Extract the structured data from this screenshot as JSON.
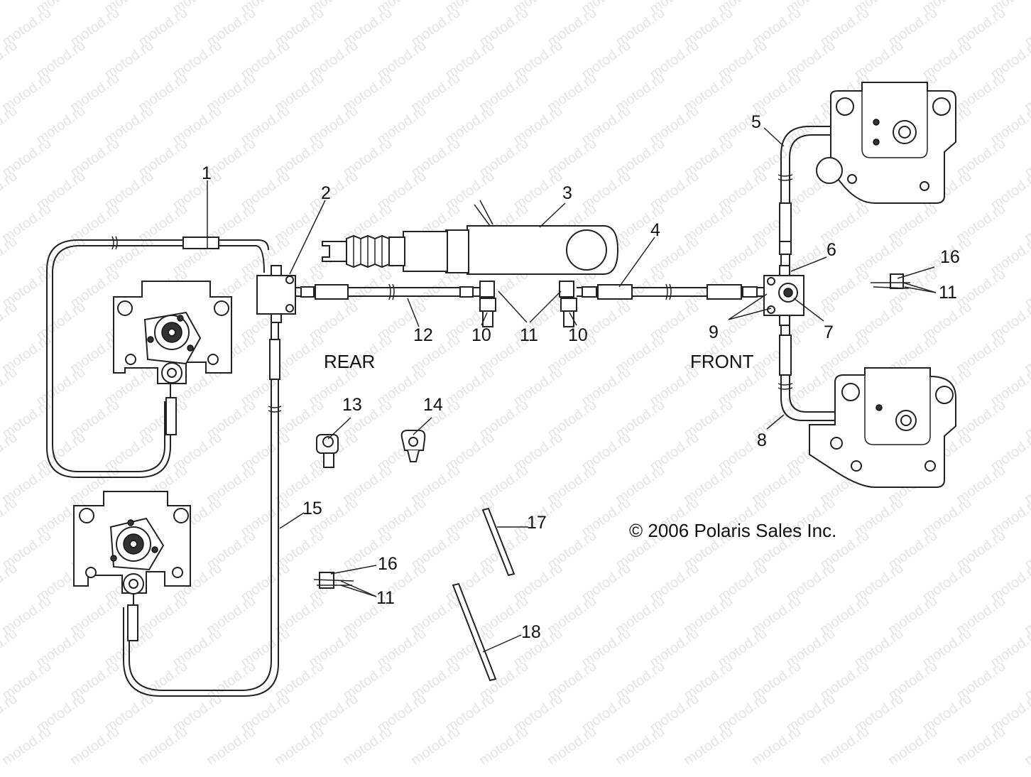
{
  "watermark": "motod.ru",
  "sections": {
    "rear": "REAR",
    "front": "FRONT"
  },
  "copyright": "© 2006 Polaris Sales Inc.",
  "callouts": [
    "1",
    "2",
    "3",
    "4",
    "5",
    "6",
    "7",
    "8",
    "9",
    "10",
    "10",
    "11",
    "11",
    "11",
    "12",
    "13",
    "14",
    "15",
    "16",
    "16",
    "17",
    "18"
  ]
}
